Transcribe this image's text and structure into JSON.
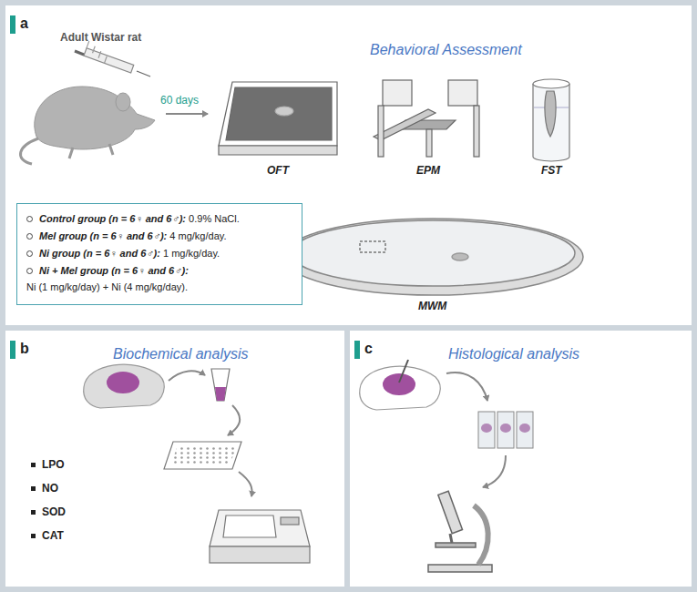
{
  "diagram": {
    "nodes": [
      {
        "text": [
          "a",
          "Behavioral Assessment"
        ]
      },
      {
        "text": [
          "Control group (n = 6♀ and 6♂):",
          "0.9% NaCl.",
          "Mel group (n = 6♀ and 6♂):",
          "4 mg/kg/day.",
          "Ni group (n = 6♀ and 6♂):",
          "1 mg/kg/day.",
          "Ni + Mel group (n = 6♀ and 6♂):",
          "Ni (1 mg/kg/day) + Ni (4 mg/kg/day)."
        ],
        "in": 0
      },
      {
        "text": [
          "b",
          "Biochemical analysis",
          "LPO",
          "NO",
          "SOD",
          "CAT"
        ]
      },
      {
        "text": [
          "c",
          "Histological analysis"
        ]
      }
    ],
    "labels": [
      "Adult Wistar rat",
      "60 days",
      "OFT",
      "EPM",
      "FST",
      "MWM"
    ]
  }
}
